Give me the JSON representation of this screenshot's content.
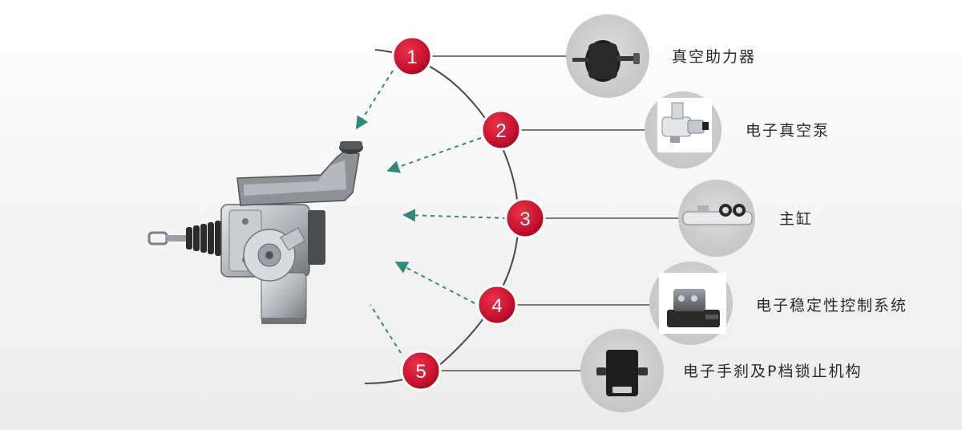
{
  "components": [
    {
      "number": "1",
      "label": "真空助力器",
      "icon": "vacuum-booster-icon"
    },
    {
      "number": "2",
      "label": "电子真空泵",
      "icon": "electric-vacuum-pump-icon"
    },
    {
      "number": "3",
      "label": "主缸",
      "icon": "master-cylinder-icon"
    },
    {
      "number": "4",
      "label": "电子稳定性控制系统",
      "icon": "esc-module-icon"
    },
    {
      "number": "5",
      "label": "电子手刹及P档锁止机构",
      "icon": "epb-park-lock-icon"
    }
  ],
  "main_assembly": {
    "icon": "integrated-brake-assembly-icon"
  },
  "colors": {
    "badge": "#c8102e",
    "badge_ring": "#ffffff",
    "arc": "#4a4a4a",
    "connector": "#7a7a7a",
    "arrow": "#2f8a7e",
    "thumb_bg": "#cfcfcf"
  }
}
